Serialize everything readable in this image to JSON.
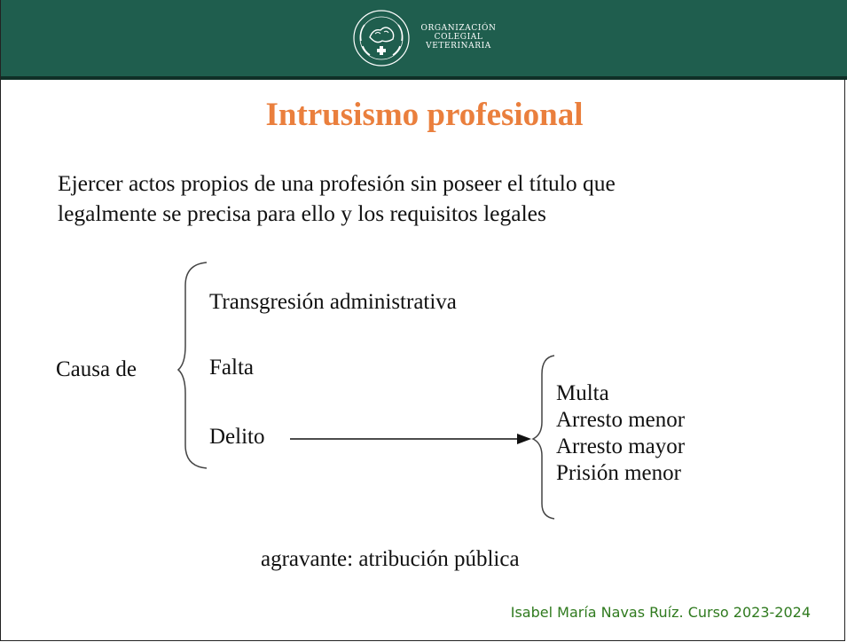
{
  "header": {
    "logo_lines": [
      "ORGANIZACIÓN",
      "COLEGIAL",
      "VETERINARIA"
    ],
    "logo_icon": "veterinary-emblem-icon",
    "colors": {
      "band": "#1f5e4e",
      "rule": "#0f2f27"
    }
  },
  "slide": {
    "title": "Intrusismo profesional",
    "title_color": "#ea7f3d",
    "definition_lines": [
      "Ejercer actos propios de una profesión sin poseer el título que",
      "legalmente se precisa para ello y los requisitos legales"
    ]
  },
  "diagram": {
    "root_label": "Causa de",
    "branches": [
      "Transgresión administrativa",
      "Falta",
      "Delito"
    ],
    "sanctions": [
      "Multa",
      "Arresto menor",
      "Arresto mayor",
      "Prisión menor"
    ],
    "note": "agravante: atribución pública"
  },
  "footer": {
    "text": "Isabel María Navas Ruíz. Curso 2023-2024",
    "color": "#2f7a1e"
  }
}
